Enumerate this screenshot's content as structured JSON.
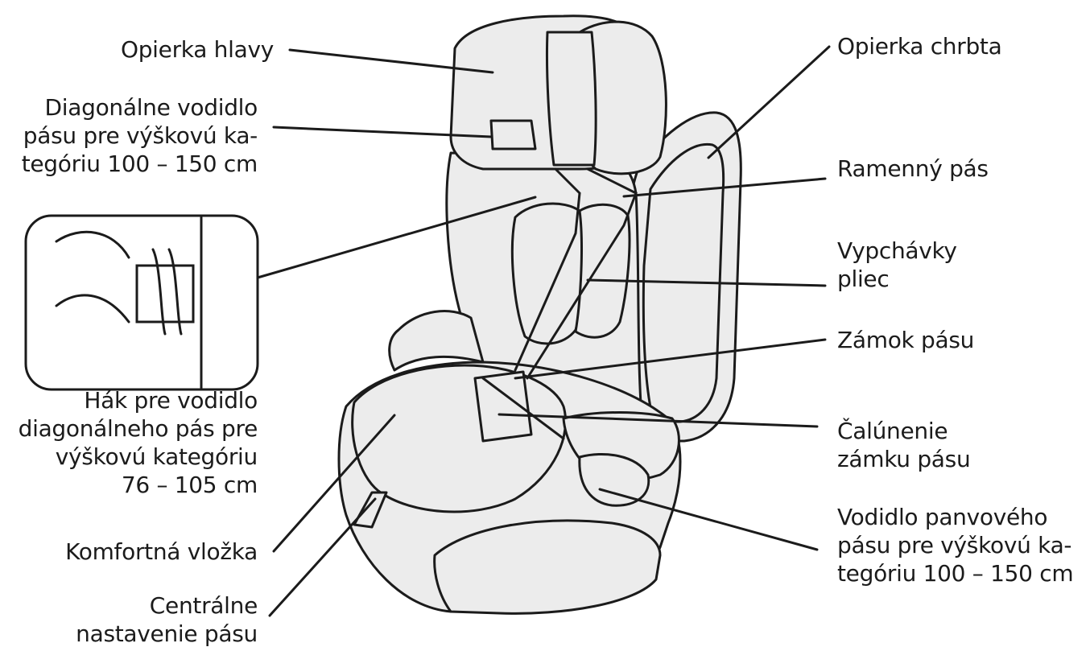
{
  "labels": {
    "opierka_hlavy": "Opierka hlavy",
    "diag_vodidlo_100_150": "Diagonálne vodidlo\npásu pre výškovú ka-\ntegóriu 100 – 150 cm",
    "hak_vodidlo_76_105": "Hák pre vodidlo\ndiagonálneho pás pre\nvýškovú kategóriu\n76 – 105 cm",
    "komfortna_vlozka": "Komfortná vložka",
    "centralne_nastavenie": "Centrálne\nnastavenie pásu",
    "opierka_chrbta": "Opierka chrbta",
    "ramenny_pas": "Ramenný pás",
    "vypchavky_pliec": "Vypchávky\npliec",
    "zamok_pasu": "Zámok pásu",
    "calunenie_zamku": "Čalúnenie\nzámku pásu",
    "vodidlo_panvoveho": "Vodidlo panvového\npásu pre výškovú ka-\ntegóriu 100 – 150 cm"
  },
  "colors": {
    "ink": "#1b1b1b",
    "fill": "#ececec",
    "background": "#ffffff"
  }
}
